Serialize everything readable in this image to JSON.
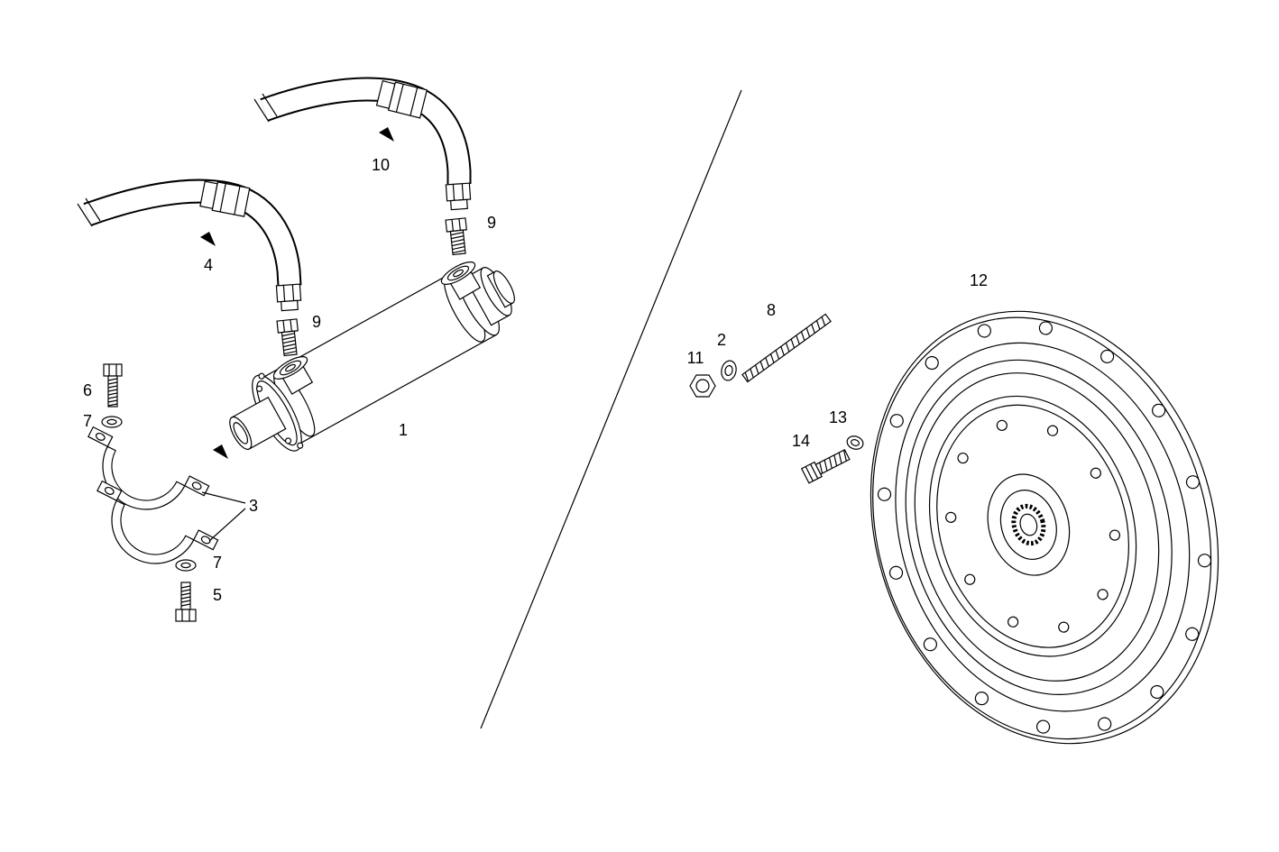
{
  "page": {
    "background": "#ffffff",
    "ink": "#000000"
  },
  "labels": {
    "part_1": "1",
    "part_2": "2",
    "part_3": "3",
    "part_4": "4",
    "part_5": "5",
    "part_6": "6",
    "part_7_upper": "7",
    "part_7_lower": "7",
    "part_8": "8",
    "part_9_upper": "9",
    "part_9_lower": "9",
    "part_10": "10",
    "part_11": "11",
    "part_12": "12",
    "part_13": "13",
    "part_14": "14"
  }
}
